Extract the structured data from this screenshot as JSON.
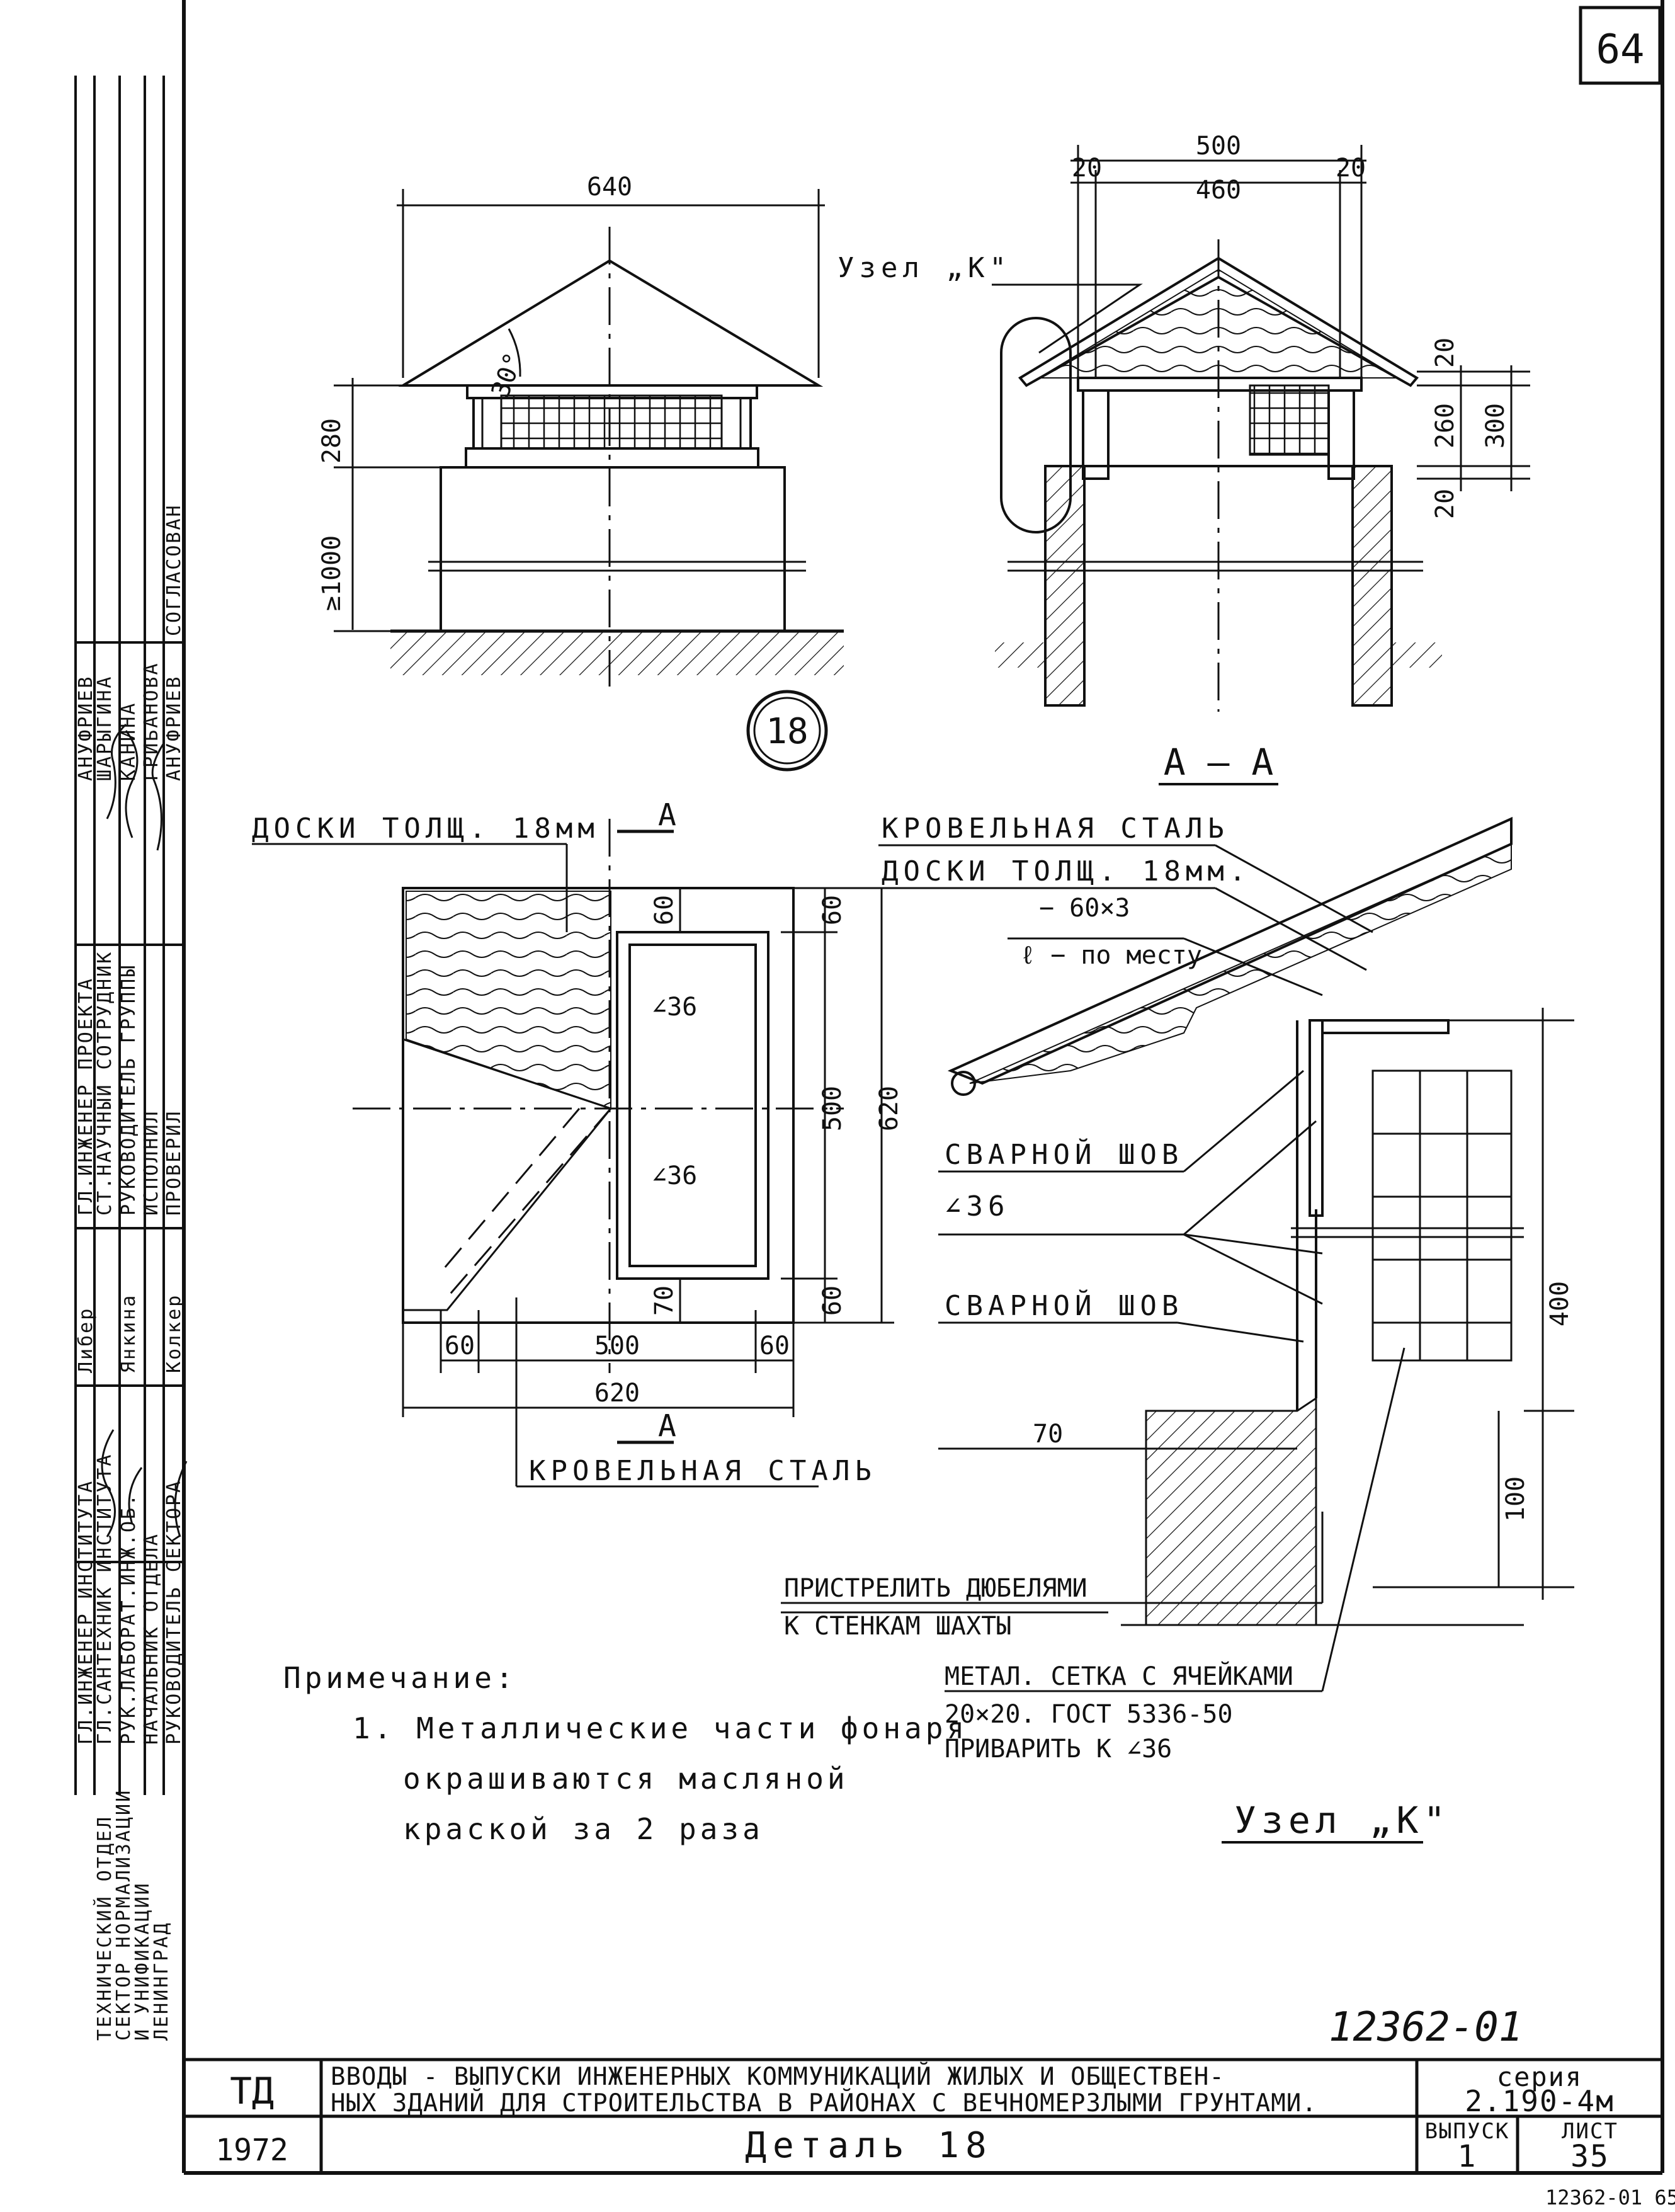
{
  "sheet": {
    "corner_number": "64",
    "archive_number": "12362-01",
    "bottom_archive": "12362-01   65"
  },
  "drawing_18": {
    "circle_label": "18",
    "dims": {
      "width": "640",
      "h_top": "280",
      "h_bottom": "≥1000",
      "angle": "30°"
    }
  },
  "section_aa": {
    "label": "А — А",
    "node_label": "Узел „К\"",
    "dims": {
      "overall": "500",
      "left": "20",
      "middle": "460",
      "right": "20",
      "r1": "20",
      "r2": "260",
      "r3": "20",
      "r_total": "300"
    }
  },
  "plan": {
    "boards_label": "ДОСКИ ТОЛЩ. 18мм",
    "section_mark": "А",
    "steel_label": "КРОВЕЛЬНАЯ СТАЛЬ",
    "angle_top": "∠36",
    "angle_bottom": "∠36",
    "dims": {
      "d60_top": "60",
      "d60_right_top": "60",
      "d500_right": "500",
      "d620_right": "620",
      "d60_right_bottom": "60",
      "d70": "70",
      "b60_left": "60",
      "b500": "500",
      "b60_right": "60",
      "b620": "620"
    }
  },
  "node_k": {
    "roof_steel": "КРОВЕЛЬНАЯ СТАЛЬ",
    "boards": "ДОСКИ ТОЛЩ. 18мм.",
    "strip": "− 60×3",
    "strip_note": "ℓ − по месту",
    "weld1": "СВАРНОЙ ШОВ",
    "angle": "∠36",
    "weld2": "СВАРНОЙ ШОВ",
    "d70": "70",
    "d400": "400",
    "d100": "100",
    "dowels_1": "ПРИСТРЕЛИТЬ ДЮБЕЛЯМИ",
    "dowels_2": "К СТЕНКАМ ШАХТЫ",
    "mesh_1": "МЕТАЛ. СЕТКА С ЯЧЕЙКАМИ",
    "mesh_2": "20×20. ГОСТ 5336-50",
    "mesh_3": "ПРИВАРИТЬ К ∠36",
    "title": "Узел „К\""
  },
  "note": {
    "heading": "Примечание:",
    "line1": "1. Металлические части фонаря",
    "line2": "окрашиваются масляной",
    "line3": "краской за 2 раза"
  },
  "title_block": {
    "org_code": "ТД",
    "year": "1972",
    "title_line1": "ВВОДЫ - ВЫПУСКИ ИНЖЕНЕРНЫХ КОММУНИКАЦИЙ ЖИЛЫХ И ОБЩЕСТВЕН-",
    "title_line2": "НЫХ ЗДАНИЙ ДЛЯ СТРОИТЕЛЬСТВА В РАЙОНАХ С ВЕЧНОМЕРЗЛЫМИ ГРУНТАМИ.",
    "series_label": "серия",
    "series_value": "2.190-4м",
    "issue_label": "ВЫПУСК",
    "issue_value": "1",
    "sheet_label": "ЛИСТ",
    "sheet_value": "35",
    "detail": "Деталь 18"
  },
  "side_stamp": {
    "org_1": "ТЕХНИЧЕСКИЙ ОТДЕЛ",
    "org_2": "СЕКТОР НОРМАЛИЗАЦИИ",
    "org_3": "И УНИФИКАЦИИ",
    "org_4": "ЛЕНИНГРАД",
    "r1_role": "ГЛ.ИНЖЕНЕР ИНСТИТУТА",
    "r2_role": "ГЛ.САНТЕХНИК ИНСТИТУТА",
    "r3_role": "РУК.ЛАБОРАТ.ИНЖ.ОБ.",
    "r4_role": "НАЧАЛЬНИК ОТДЕЛА",
    "r5_role": "РУКОВОДИТЕЛЬ СЕКТОРА",
    "r1_name": "Либер",
    "r3_name": "Янкина",
    "r5_name": "Колкер",
    "p1_role": "ГЛ.ИНЖЕНЕР ПРОЕКТА",
    "p2_role": "СТ.НАУЧНЫЙ СОТРУДНИК",
    "p3_role": "РУКОВОДИТЕЛЬ ГРУППЫ",
    "p4_role": "ИСПОЛНИЛ",
    "p5_role": "ПРОВЕРИЛ",
    "p1_name": "АНУФРИЕВ",
    "p2_name": "ШАРЫГИНА",
    "p3_name": "КАНИНА",
    "p4_name": "ГРИБАНОВА",
    "p5_name": "АНУФРИЕВ",
    "agreed": "СОГЛАСОВАН"
  }
}
